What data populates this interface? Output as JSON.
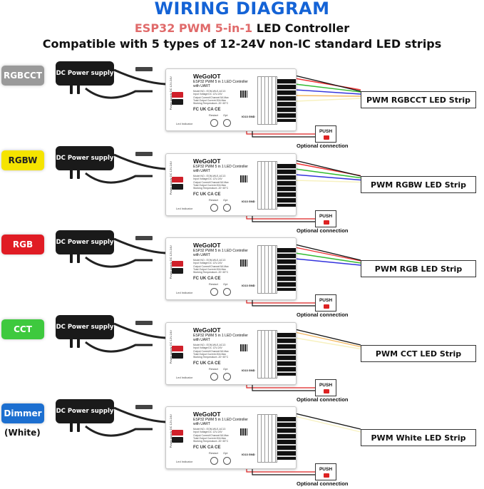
{
  "header": {
    "title": "WIRING DIAGRAM",
    "subtitle_red": "ESP32 PWM 5-in-1",
    "subtitle_rest": " LED Controller",
    "compatibility": "Compatible with 5 types of 12-24V non-IC standard LED strips"
  },
  "device": {
    "brand": "WeGoIOT",
    "model_line": "ESP32 PWM 5 in 1 LED Controller with UART",
    "specs": [
      "Model NO.: EOM-WLE-AC13",
      "Input Voltage:DC 12V-24V",
      "Output Current/Channel:5A Max",
      "Total Output Current:20A Max",
      "Working Temperature:-20~45°C"
    ],
    "certs": "FC UK CA CE",
    "restart_label": "Restart",
    "opt_label": "Opt",
    "led_label": "Led Indicator",
    "io_label": "IO13 GND",
    "power_label": "Power supply DC 12V-24V"
  },
  "power_supply_label": "DC Power supply",
  "push_label": "PUSH",
  "optional_label": "Optional connection",
  "rows": [
    {
      "badge": "RGBCCT",
      "badge_color": "#9a9a9a",
      "badge_text_color": "#ffffff",
      "badge_sub": "",
      "strip": "PWM RGBCCT LED Strip",
      "wire_colors": [
        "#e33",
        "#3b3",
        "#33d",
        "#f4b860",
        "#f7f1c0"
      ]
    },
    {
      "badge": "RGBW",
      "badge_color": "#f5e400",
      "badge_text_color": "#222222",
      "badge_sub": "",
      "strip": "PWM RGBW LED Strip",
      "wire_colors": [
        "#e33",
        "#3b3",
        "#33d",
        "#f7f1c0"
      ]
    },
    {
      "badge": "RGB",
      "badge_color": "#e01c24",
      "badge_text_color": "#ffffff",
      "badge_sub": "",
      "strip": "PWM RGB LED Strip",
      "wire_colors": [
        "#e33",
        "#3b3",
        "#33d"
      ]
    },
    {
      "badge": "CCT",
      "badge_color": "#3ec93e",
      "badge_text_color": "#ffffff",
      "badge_sub": "",
      "strip": "PWM CCT LED Strip",
      "wire_colors": [
        "#f4b860",
        "#f7f1c0"
      ]
    },
    {
      "badge": "Dimmer",
      "badge_color": "#1c6fd0",
      "badge_text_color": "#ffffff",
      "badge_sub": "(White)",
      "strip": "PWM White LED Strip",
      "wire_colors": [
        "#f7f1c0"
      ]
    }
  ]
}
